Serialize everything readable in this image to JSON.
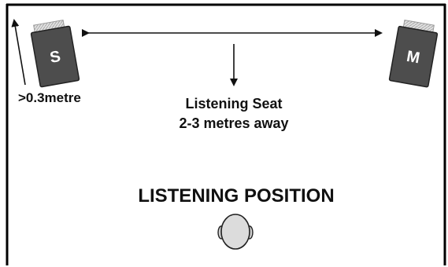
{
  "speakers": {
    "left_letter": "S",
    "right_letter": "M"
  },
  "labels": {
    "wall_distance": ">0.3metre",
    "listening_seat_line1": "Listening Seat",
    "listening_seat_line2": "2-3 metres away",
    "listening_position": "LISTENING POSITION"
  },
  "colors": {
    "speaker_body": "#4d4d4d",
    "speaker_top": "#d6d6d6",
    "room_border": "#000000",
    "head_fill": "#dcdcdc"
  }
}
